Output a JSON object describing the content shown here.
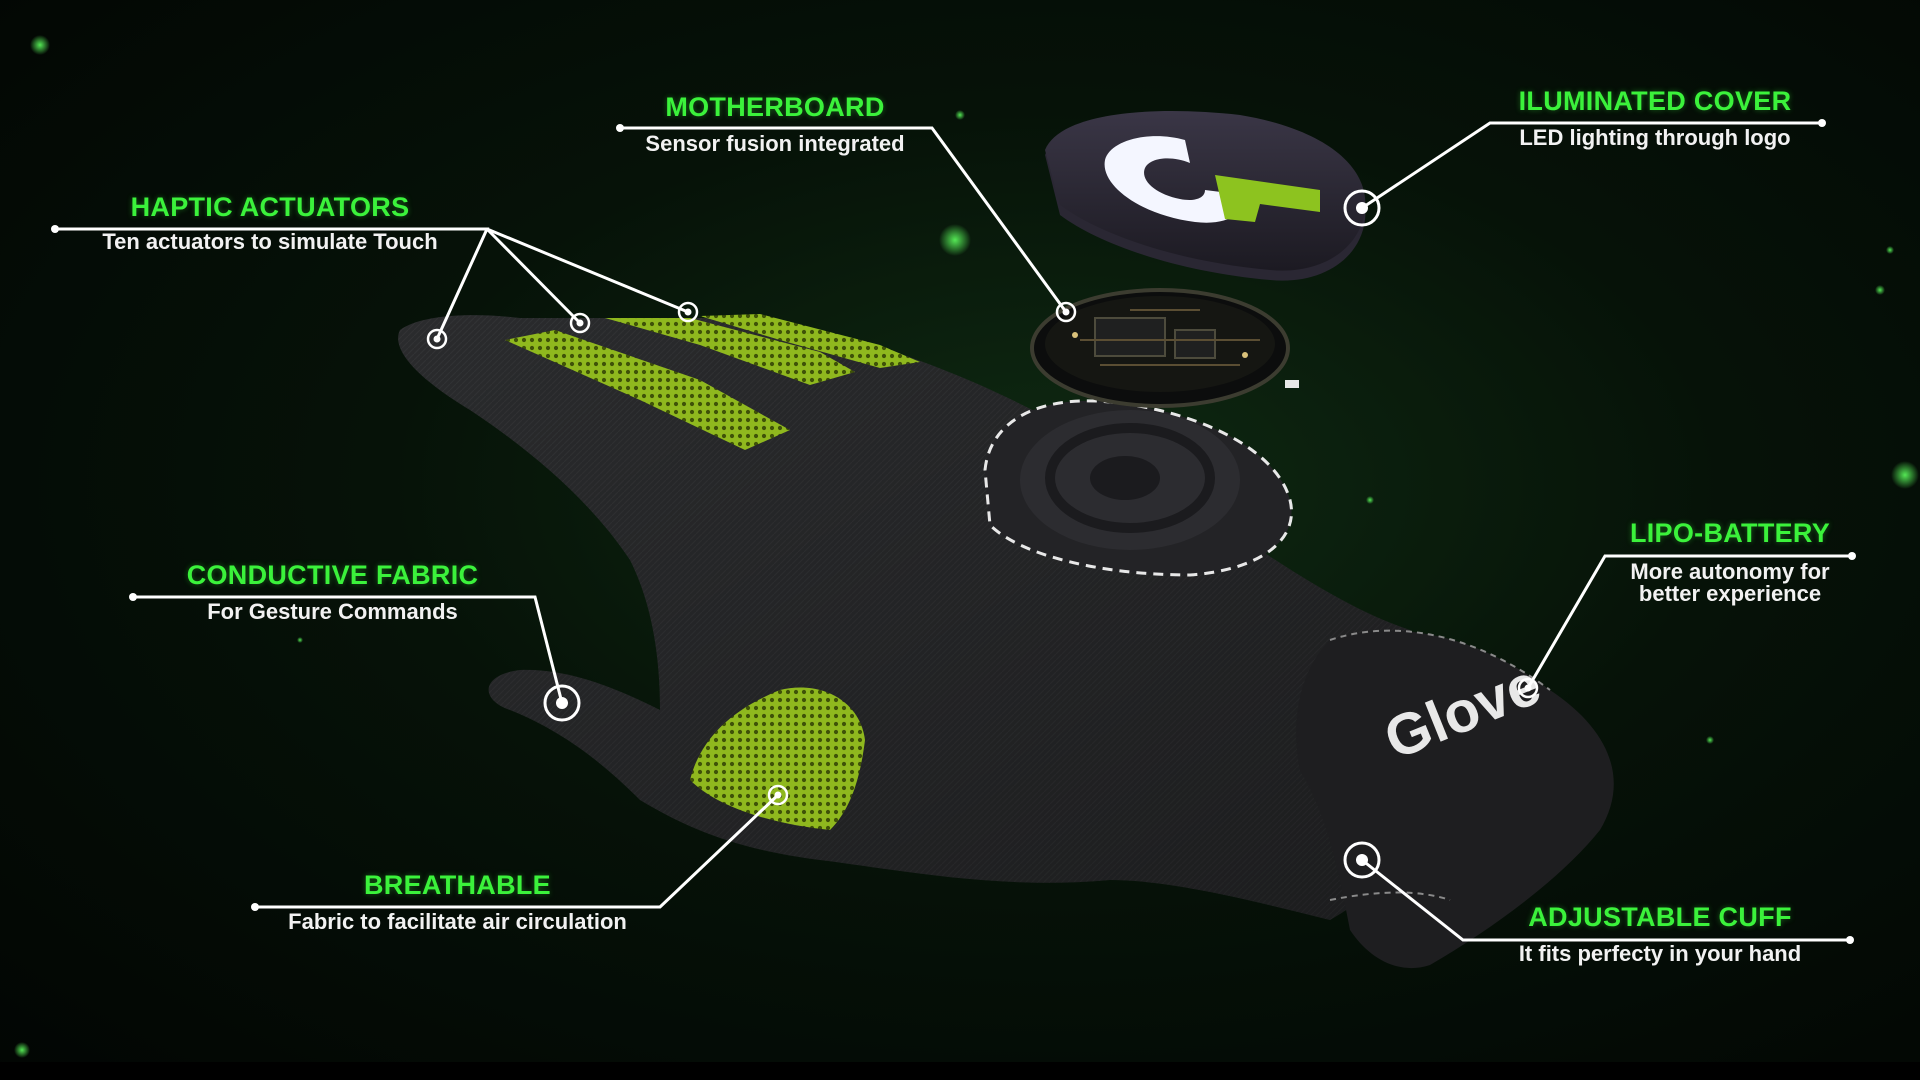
{
  "brand": {
    "logo_text": "Glove",
    "accent_color": "#3bf23b",
    "text_color": "#f2f2f2"
  },
  "callouts": {
    "haptic": {
      "title": "HAPTIC ACTUATORS",
      "desc": "Ten actuators to simulate Touch"
    },
    "motherboard": {
      "title": "MOTHERBOARD",
      "desc": "Sensor fusion integrated"
    },
    "cover": {
      "title": "ILUMINATED COVER",
      "desc": "LED lighting through logo"
    },
    "battery": {
      "title": "LIPO-BATTERY",
      "desc_line1": "More autonomy for",
      "desc_line2": "better experience"
    },
    "conductive": {
      "title": "CONDUCTIVE FABRIC",
      "desc": "For Gesture Commands"
    },
    "breathable": {
      "title": "BREATHABLE",
      "desc": "Fabric to facilitate air circulation"
    },
    "cuff": {
      "title": "ADJUSTABLE CUFF",
      "desc": "It fits perfecty in your hand"
    }
  }
}
